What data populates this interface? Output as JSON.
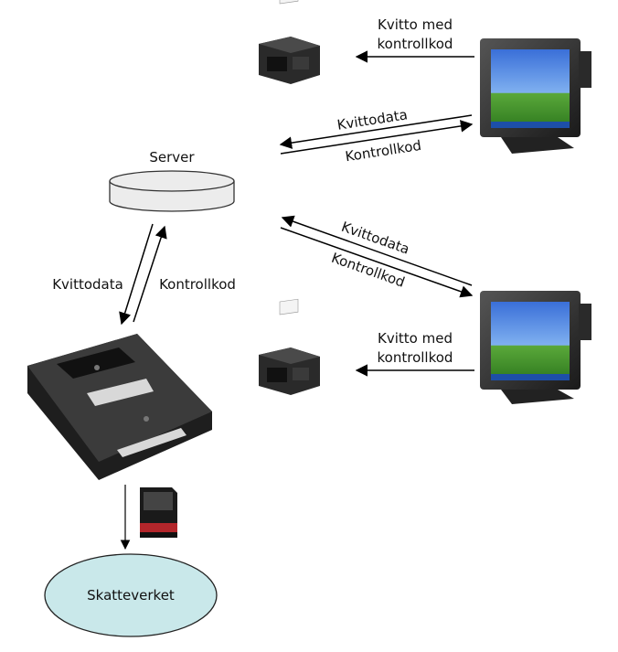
{
  "labels": {
    "server": "Server",
    "top_printer_caption_line1": "Kvitto med",
    "top_printer_caption_line2": "kontrollkod",
    "top_link_upper": "Kvittodata",
    "top_link_lower": "Kontrollkod",
    "bottom_link_upper": "Kvittodata",
    "bottom_link_lower": "Kontrollkod",
    "bottom_printer_caption_line1": "Kvitto med",
    "bottom_printer_caption_line2": "kontrollkod",
    "control_unit_left": "Kvittodata",
    "control_unit_right": "Kontrollkod",
    "tax_agency": "Skatteverket"
  },
  "colors": {
    "tax_agency_fill": "#c9e8ea",
    "server_fill": "#ececec",
    "arrow": "#000000"
  }
}
